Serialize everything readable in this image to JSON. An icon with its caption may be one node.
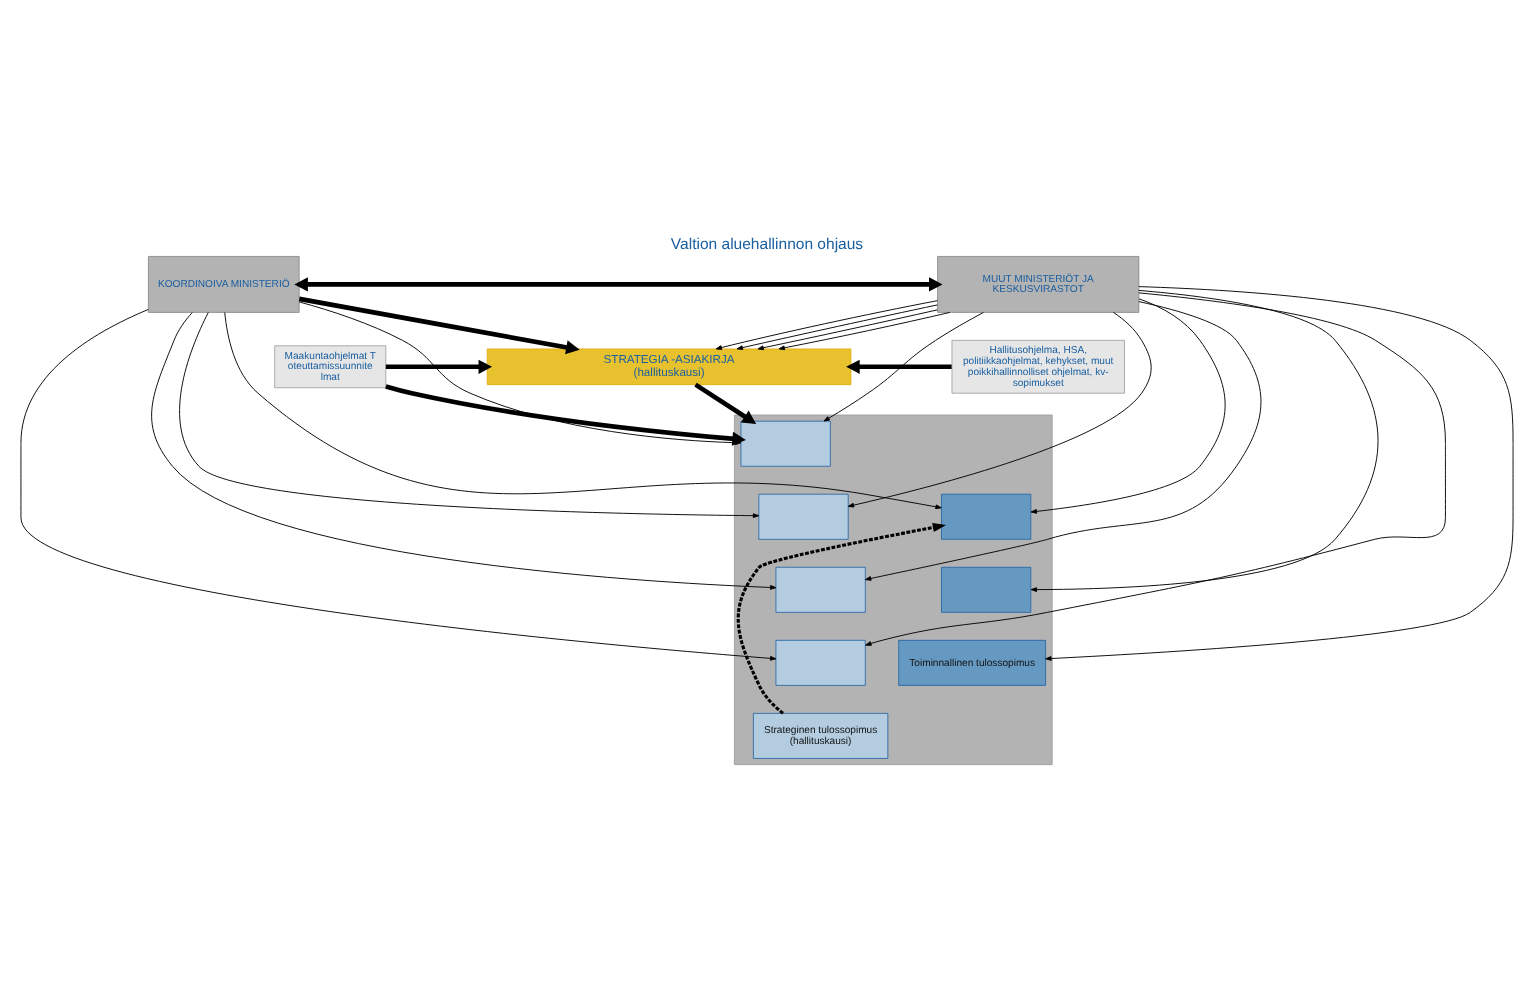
{
  "diagram": {
    "title": "Valtion aluehallinnon ohjaus",
    "nodes": [
      {
        "text": [
          "KOORDINOIVA MINISTERIÖ"
        ]
      },
      {
        "text": [
          "MUUT MINISTERIÖT JA KESKUSVIRASTOT"
        ]
      },
      {
        "text": [
          "STRATEGIA -ASIAKIRJA (hallituskausi)"
        ]
      },
      {
        "text": [
          "Maakuntaohjelmat Toteuttamissuunnitelmat"
        ]
      },
      {
        "text": [
          "Hallitusohjelma, HSA, politiikkaohjelmat, kehykset, muut poikkihallinnolliset ohjelmat, kv-sopimukset"
        ]
      },
      {
        "text": [],
        "shape": "box"
      },
      {
        "text": [],
        "shape": "box",
        "in": 5
      },
      {
        "text": [],
        "shape": "box",
        "in": 5
      },
      {
        "text": [],
        "shape": "box",
        "in": 5
      },
      {
        "text": [],
        "shape": "box",
        "in": 5
      },
      {
        "text": [
          "Strateginen tulossopimus (hallituskausi)"
        ],
        "in": 5
      },
      {
        "text": [],
        "shape": "box",
        "in": 5
      },
      {
        "text": [],
        "shape": "box",
        "in": 5
      },
      {
        "text": [
          "Toiminnallinen tulossopimus"
        ],
        "in": 5
      }
    ],
    "edges": [
      {
        "from": 0,
        "to": 1,
        "arrow": "both",
        "style": "thick"
      },
      {
        "from": 0,
        "to": 2,
        "arrow": "to",
        "style": "thick"
      },
      {
        "from": 1,
        "to": 2,
        "arrow": "to"
      },
      {
        "from": 1,
        "to": 2,
        "arrow": "to"
      },
      {
        "from": 1,
        "to": 2,
        "arrow": "to"
      },
      {
        "from": 1,
        "to": 2,
        "arrow": "to"
      },
      {
        "from": 3,
        "to": 2,
        "arrow": "to",
        "style": "thick"
      },
      {
        "from": 4,
        "to": 2,
        "arrow": "to",
        "style": "thick"
      },
      {
        "from": 2,
        "to": 6,
        "arrow": "to",
        "style": "thick"
      },
      {
        "from": 3,
        "to": 6,
        "arrow": "to",
        "style": "thick"
      },
      {
        "from": 0,
        "to": 6,
        "arrow": "to"
      },
      {
        "from": 0,
        "to": 7,
        "arrow": "to"
      },
      {
        "from": 0,
        "to": 8,
        "arrow": "to"
      },
      {
        "from": 0,
        "to": 9,
        "arrow": "to"
      },
      {
        "from": 1,
        "to": 6,
        "arrow": "to"
      },
      {
        "from": 1,
        "to": 7,
        "arrow": "to"
      },
      {
        "from": 1,
        "to": 8,
        "arrow": "to"
      },
      {
        "from": 1,
        "to": 9,
        "arrow": "to"
      },
      {
        "from": 0,
        "to": 11,
        "arrow": "to"
      },
      {
        "from": 1,
        "to": 11,
        "arrow": "to"
      },
      {
        "from": 1,
        "to": 12,
        "arrow": "to"
      },
      {
        "from": 1,
        "to": 13,
        "arrow": "to"
      },
      {
        "from": 10,
        "to": 11,
        "arrow": "to",
        "style": "dashed"
      }
    ]
  }
}
